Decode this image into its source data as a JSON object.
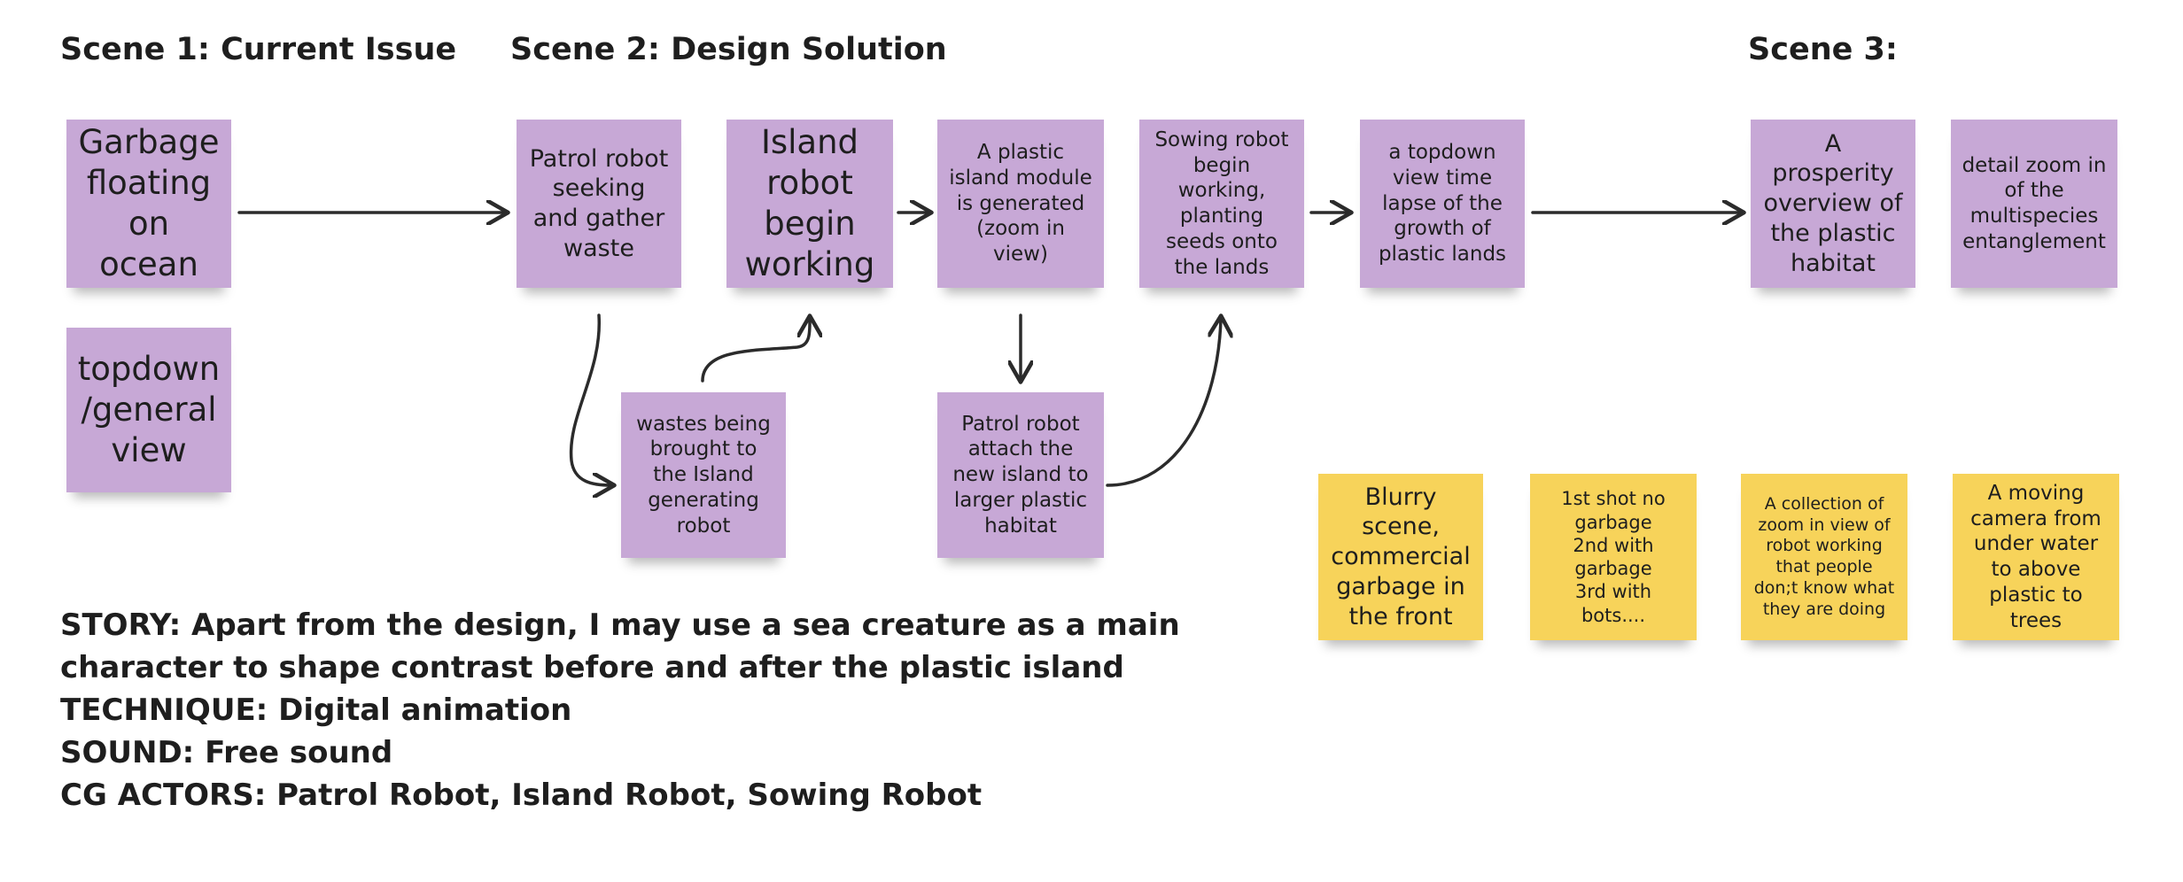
{
  "headings": {
    "scene1": "Scene 1: Current Issue",
    "scene2": "Scene 2: Design Solution",
    "scene3": "Scene 3:"
  },
  "notes": {
    "garbage": "Garbage floating on ocean",
    "topdown_general": "topdown /general view",
    "patrol_seek": "Patrol robot seeking and gather waste",
    "island_robot": "Island robot begin working",
    "wastes_brought": "wastes being brought to the Island generating robot",
    "plastic_module": "A plastic island module is generated (zoom in view)",
    "patrol_attach": "Patrol robot attach the new island to larger plastic habitat",
    "sowing_robot": "Sowing robot begin working, planting seeds onto the lands",
    "timelapse": "a topdown view time lapse of the growth of plastic lands",
    "prosperity": "A prosperity overview of the plastic habitat",
    "detail_zoom": "detail zoom in of the multispecies entanglement",
    "blurry": "Blurry scene, commercial garbage in the front",
    "shots": "1st shot no garbage\n2nd with garbage\n3rd with bots....",
    "collection": "A collection of zoom in view of robot working that people don;t know what they are doing",
    "moving_camera": "A moving camera from under water to above plastic to trees"
  },
  "story": {
    "line1": "STORY: Apart from the design, I may use a sea creature as a main",
    "line2": "character to shape contrast before and after the plastic island",
    "technique": "TECHNIQUE: Digital animation",
    "sound": "SOUND: Free sound",
    "actors": "CG ACTORS: Patrol Robot, Island Robot, Sowing Robot"
  },
  "colors": {
    "purple_note": "#c7a8d6",
    "yellow_note": "#f7d35a",
    "text": "#1e1e1e",
    "arrow": "#2b2b2b"
  }
}
